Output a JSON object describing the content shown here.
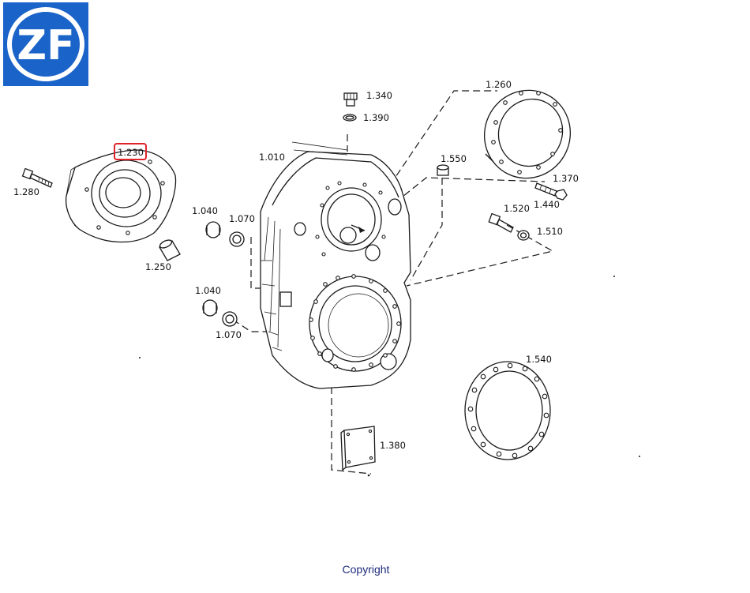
{
  "logo": {
    "text": "ZF",
    "color": "#1a63c8"
  },
  "parts": [
    {
      "id": "1.010",
      "label": "1.010"
    },
    {
      "id": "1.040a",
      "label": "1.040"
    },
    {
      "id": "1.040b",
      "label": "1.040"
    },
    {
      "id": "1.070a",
      "label": "1.070"
    },
    {
      "id": "1.070b",
      "label": "1.070"
    },
    {
      "id": "1.230",
      "label": "1.230"
    },
    {
      "id": "1.250",
      "label": "1.250"
    },
    {
      "id": "1.260",
      "label": "1.260"
    },
    {
      "id": "1.280",
      "label": "1.280"
    },
    {
      "id": "1.340",
      "label": "1.340"
    },
    {
      "id": "1.370",
      "label": "1.370"
    },
    {
      "id": "1.380",
      "label": "1.380"
    },
    {
      "id": "1.390",
      "label": "1.390"
    },
    {
      "id": "1.440",
      "label": "1.440"
    },
    {
      "id": "1.510",
      "label": "1.510"
    },
    {
      "id": "1.520",
      "label": "1.520"
    },
    {
      "id": "1.540",
      "label": "1.540"
    },
    {
      "id": "1.550",
      "label": "1.550"
    }
  ],
  "selected_part": "1.230",
  "highlight_color": "#e0242a",
  "footer": {
    "copyright": "Copyright"
  }
}
